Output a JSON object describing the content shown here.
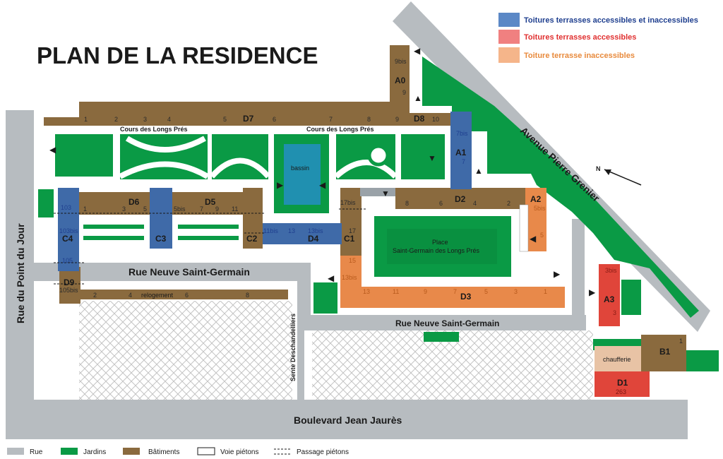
{
  "title": "PLAN DE LA RESIDENCE",
  "roof_legend": [
    {
      "label": "Toitures terrasses accessibles et inaccessibles",
      "color": "#5b88c6",
      "text_color": "#1f3f8f"
    },
    {
      "label": "Toitures terrasses accessibles",
      "color": "#f08080",
      "text_color": "#e03030"
    },
    {
      "label": "Toiture terrasse inaccessibles",
      "color": "#f5b58a",
      "text_color": "#e88a3c"
    }
  ],
  "streets": {
    "point_du_jour": "Rue du Point du Jour",
    "neuve_sg_upper": "Rue Neuve Saint-Germain",
    "neuve_sg_lower": "Rue Neuve Saint-Germain",
    "jean_jaures": "Boulevard Jean Jaurès",
    "pierre_grenier": "Avenue Pierre Grenier",
    "deschandelliers": "Sente Deschandelliers",
    "cours_left": "Cours des Longs Prés",
    "cours_right": "Cours des Longs Prés"
  },
  "compass": "N",
  "buildings": {
    "D7": "D7",
    "D8": "D8",
    "A0": "A0",
    "A1": "A1",
    "A2": "A2",
    "A3": "A3",
    "D6": "D6",
    "D5": "D5",
    "C4": "C4",
    "C3": "C3",
    "C2": "C2",
    "C1": "C1",
    "D4": "D4",
    "D2": "D2",
    "D3": "D3",
    "D9": "D9",
    "B1": "B1",
    "D1": "D1"
  },
  "labels": {
    "bassin": "bassin",
    "place_line1": "Place",
    "place_line2": "Saint-Germain des Longs Prés",
    "relogement": "relogement",
    "chaufferie": "chaufferie"
  },
  "numbers": {
    "d7": [
      "1",
      "2",
      "3",
      "4",
      "5",
      "6",
      "7",
      "8",
      "9",
      "10"
    ],
    "a0": [
      "9bis",
      "9"
    ],
    "a1": [
      "7bis",
      "7"
    ],
    "d6": [
      "103",
      "1",
      "3",
      "5",
      "5bis",
      "7",
      "9",
      "11"
    ],
    "c4": [
      "103bis",
      "105"
    ],
    "d9": [
      "105bis"
    ],
    "c2_row": [
      "11bis",
      "13",
      "13bis"
    ],
    "c1": [
      "17bis",
      "17",
      "15",
      "13bis"
    ],
    "d2": [
      "8",
      "6",
      "4",
      "2"
    ],
    "a2": [
      "5bis",
      "5"
    ],
    "d3": [
      "13",
      "11",
      "9",
      "7",
      "5",
      "3",
      "1"
    ],
    "a3": [
      "3bis",
      "3"
    ],
    "b1": [
      "1"
    ],
    "d1": [
      "263"
    ],
    "reloge": [
      "2",
      "4",
      "6",
      "8"
    ]
  },
  "map_legend": [
    {
      "label": "Rue",
      "color": "#b7bcc0"
    },
    {
      "label": "Jardins",
      "color": "#0a9a45"
    },
    {
      "label": "Bâtiments",
      "color": "#8a6a3e"
    },
    {
      "label": "Voie piétons",
      "color": "#ffffff"
    },
    {
      "label": "Passage piétons",
      "color": "dashed"
    }
  ]
}
